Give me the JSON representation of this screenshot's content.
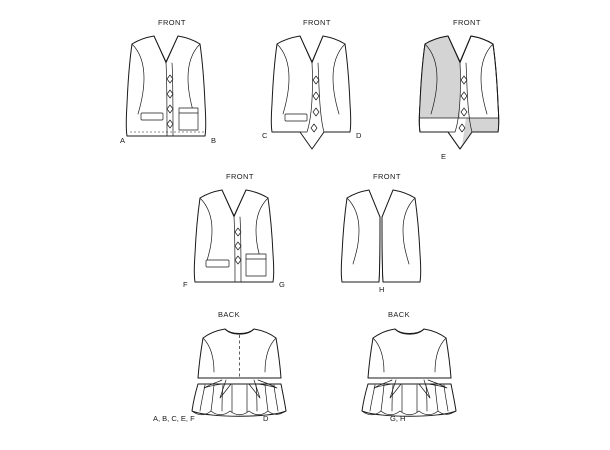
{
  "sheet": {
    "title": "Vest sewing pattern line drawings",
    "background": "#ffffff",
    "line_color": "#1a1a1a",
    "shade_color": "#d4d4d4"
  },
  "views": [
    {
      "id": "view-a-b",
      "caption": "FRONT",
      "labels": [
        "A",
        "B"
      ],
      "notes": "V-neck lined vest, buttons, welt pocket and patch pocket, straight hem"
    },
    {
      "id": "view-c-d",
      "caption": "FRONT",
      "labels": [
        "C",
        "D"
      ],
      "notes": "V-neck vest with pointed hem, buttons, welt pocket"
    },
    {
      "id": "view-e",
      "caption": "FRONT",
      "labels": [
        "E"
      ],
      "notes": "Colorblocked vest, pointed hem, buttons, shaded panels"
    },
    {
      "id": "view-f-g",
      "caption": "FRONT",
      "labels": [
        "F",
        "G"
      ],
      "notes": "V-neck vest, buttons, welt pocket and patch pocket, straight hem"
    },
    {
      "id": "view-h",
      "caption": "FRONT",
      "labels": [
        "H"
      ],
      "notes": "Open front unbuttoned vest, straight hem"
    },
    {
      "id": "view-back-abcef",
      "caption": "BACK",
      "labels": [
        "A, B, C, E, F",
        "D"
      ],
      "notes": "Back with center seam, elastic gathered peplum and tie belt"
    },
    {
      "id": "view-back-gh",
      "caption": "BACK",
      "labels": [
        "G, H"
      ],
      "notes": "Back with gathered peplum and tie belt"
    }
  ]
}
